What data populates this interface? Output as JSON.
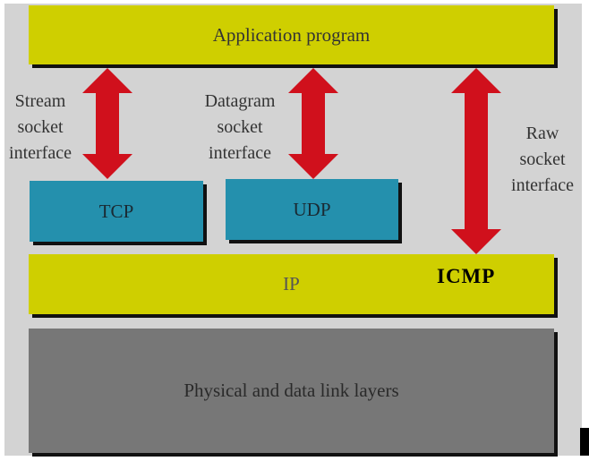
{
  "layers": {
    "application": "Application program",
    "tcp": "TCP",
    "udp": "UDP",
    "ip": "IP",
    "icmp": "ICMP",
    "physical": "Physical and data link layers"
  },
  "interfaces": {
    "stream": [
      "Stream",
      "socket",
      "interface"
    ],
    "datagram": [
      "Datagram",
      "socket",
      "interface"
    ],
    "raw": [
      "Raw",
      "socket",
      "interface"
    ]
  },
  "colors": {
    "background": "#d3d3d3",
    "yellow": "#cfcf00",
    "blue": "#2490ad",
    "grey": "#777777",
    "arrow": "#d0101c"
  }
}
